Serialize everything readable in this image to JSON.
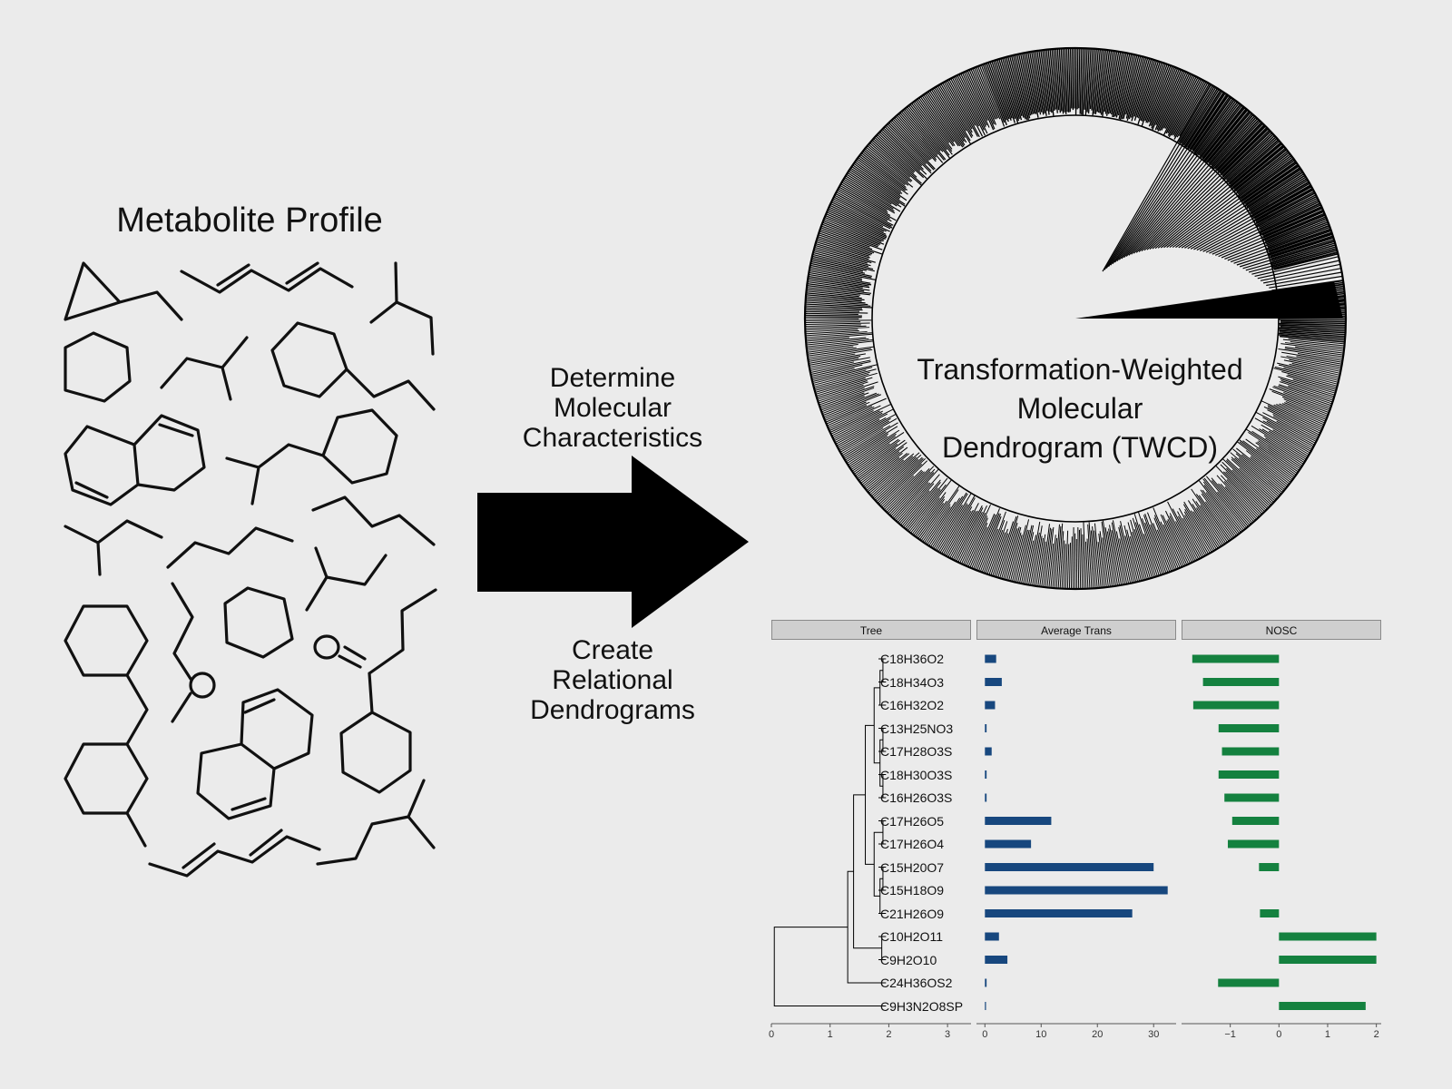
{
  "left_title": "Metabolite Profile",
  "step_top": [
    "Determine",
    "Molecular",
    "Characteristics"
  ],
  "step_bottom": [
    "Create",
    "Relational",
    "Dendrograms"
  ],
  "twcd_label": [
    "Transformation-Weighted",
    "Molecular",
    "Dendrogram (TWCD)"
  ],
  "colors": {
    "background": "#ebebeb",
    "trans_bar": "#17477e",
    "nosc_bar": "#14813f",
    "strip": "#cfcfcf"
  },
  "chart_data": {
    "type": "bar",
    "panels": [
      "Tree",
      "Average Trans",
      "NOSC"
    ],
    "categories": [
      "C18H36O2",
      "C18H34O3",
      "C16H32O2",
      "C13H25NO3",
      "C17H28O3S",
      "C18H30O3S",
      "C16H26O3S",
      "C17H26O5",
      "C17H26O4",
      "C15H20O7",
      "C15H18O9",
      "C21H26O9",
      "C10H2O11",
      "C9H2O10",
      "C24H36OS2",
      "C9H3N2O8SP"
    ],
    "series": [
      {
        "values": [
          2.0,
          3.0,
          1.8,
          0.3,
          1.2,
          0.3,
          0.3,
          11.8,
          8.2,
          30.0,
          32.5,
          26.2,
          2.5,
          4.0,
          0.3,
          0.1
        ]
      },
      {
        "values": [
          -1.78,
          -1.56,
          -1.76,
          -1.24,
          -1.17,
          -1.24,
          -1.12,
          -0.96,
          -1.05,
          -0.41,
          0.0,
          -0.39,
          2.0,
          2.0,
          -1.25,
          1.78
        ]
      }
    ],
    "axes": {
      "tree": {
        "ticks": [
          0,
          1,
          2,
          3
        ],
        "xlim": [
          0,
          3.4
        ]
      },
      "trans": {
        "ticks": [
          0,
          10,
          20,
          30
        ],
        "xlim": [
          -1.5,
          34
        ]
      },
      "nosc": {
        "ticks": [
          "−1",
          "0",
          "1",
          "2"
        ],
        "tick_values": [
          -1,
          0,
          1,
          2
        ],
        "xlim": [
          -2.0,
          2.1
        ]
      }
    },
    "grid": false,
    "legend": "none"
  }
}
